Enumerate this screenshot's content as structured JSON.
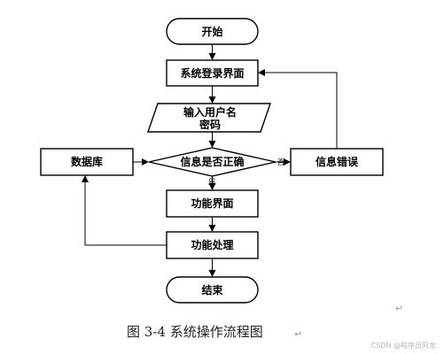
{
  "diagram": {
    "nodes": {
      "start": "开始",
      "login": "系统登录界面",
      "input_line1": "输入用户名",
      "input_line2": "密码",
      "check": "信息是否正确",
      "database": "数据库",
      "error": "信息错误",
      "function_ui": "功能界面",
      "function_process": "功能处理",
      "end": "结束"
    },
    "edge_labels": {
      "no": "否",
      "yes": "是"
    }
  },
  "caption": "图 3-4 系统操作流程图",
  "paragraph_mark": "↵",
  "watermark": "CSDN @程序员阿龙"
}
